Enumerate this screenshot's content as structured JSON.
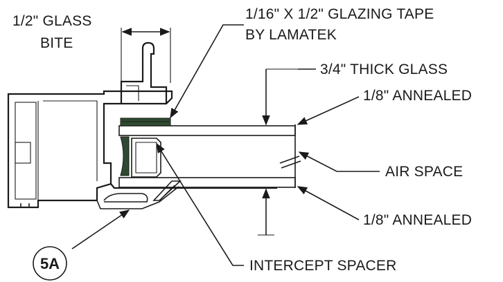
{
  "labels": {
    "glass_bite_line1": "1/2\" GLASS",
    "glass_bite_line2": "BITE",
    "glazing_tape_line1": "1/16\" X 1/2\" GLAZING TAPE",
    "glazing_tape_line2": "BY LAMATEK",
    "thick_glass": "3/4\" THICK GLASS",
    "annealed_top": "1/8\" ANNEALED",
    "air_space": "AIR SPACE",
    "annealed_bottom": "1/8\" ANNEALED",
    "intercept_spacer": "INTERCEPT SPACER"
  },
  "detail_tag": "5A",
  "colors": {
    "ink": "#1a1a1a",
    "glazing_tape": "#2f4a30",
    "background": "#ffffff"
  }
}
